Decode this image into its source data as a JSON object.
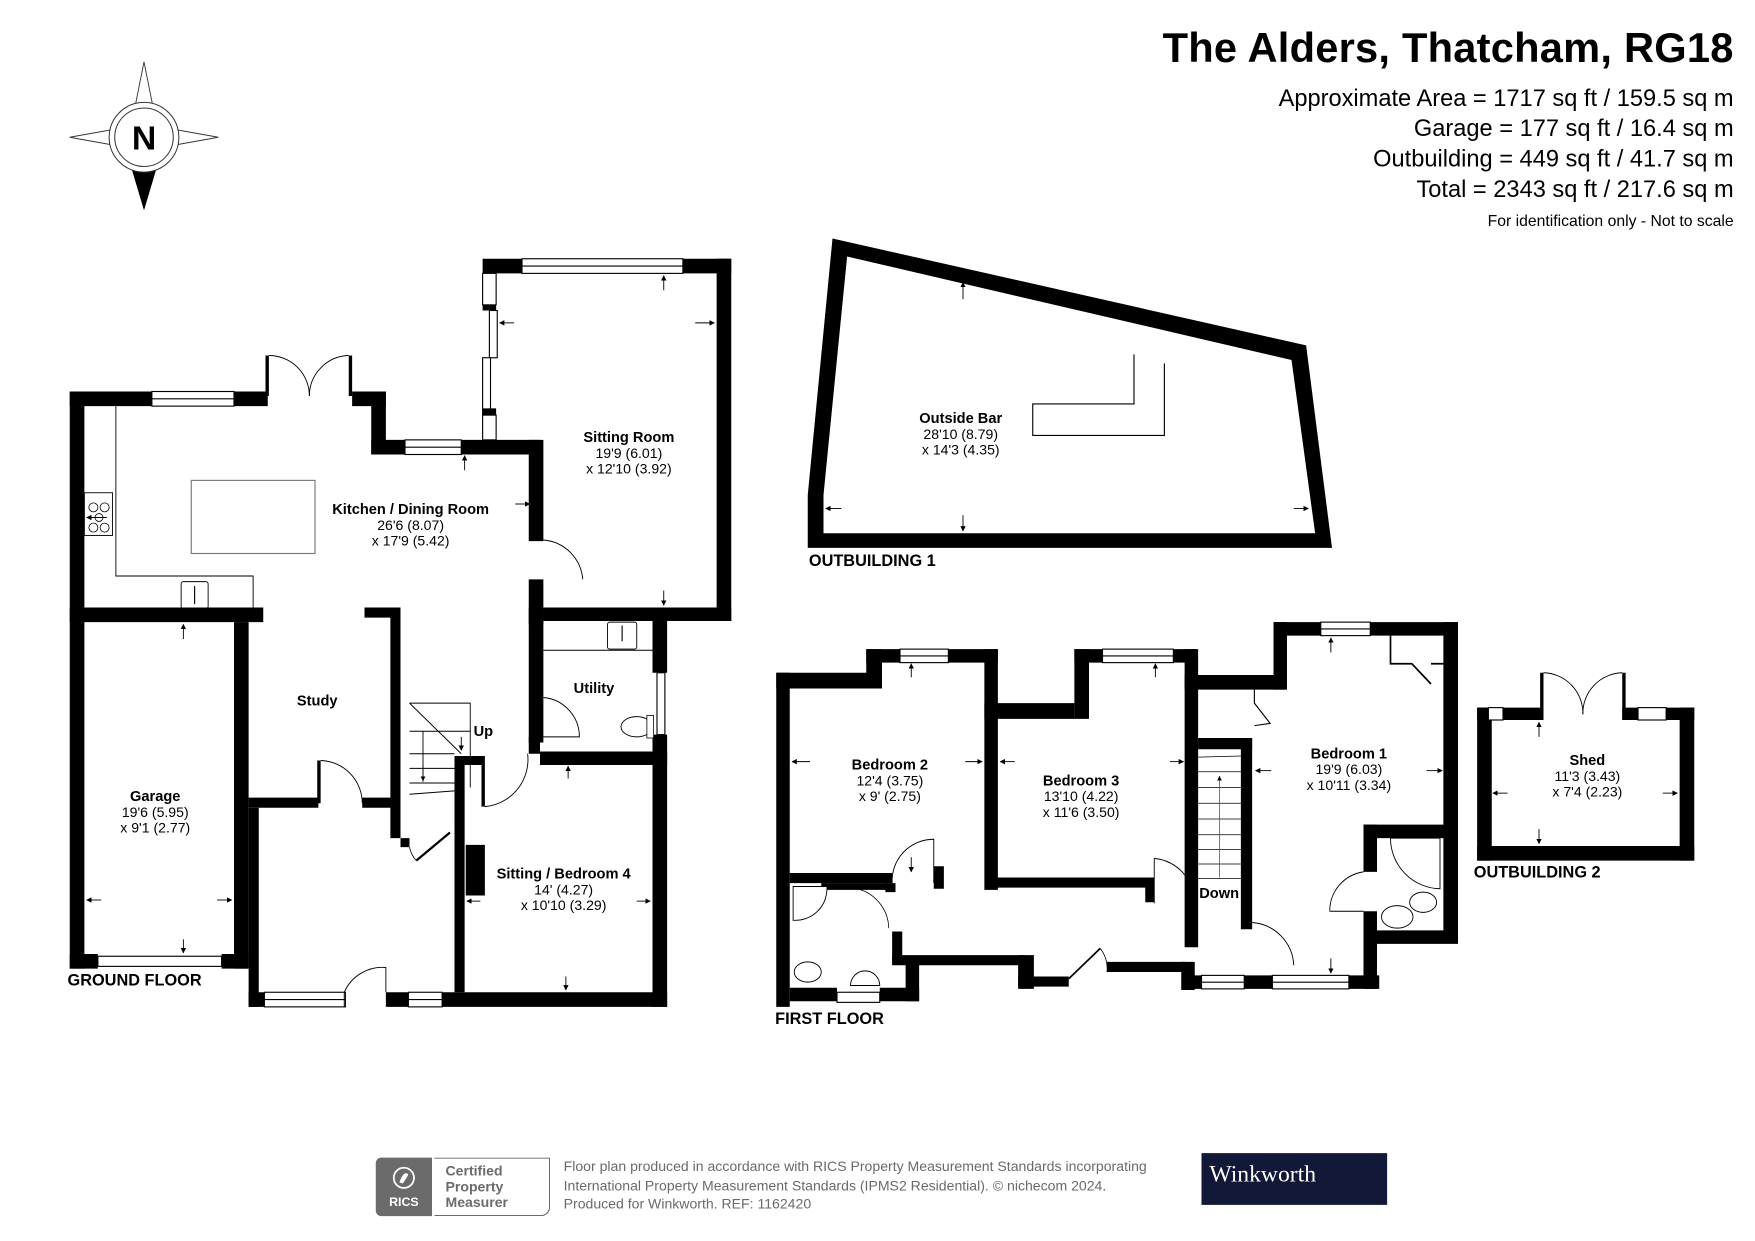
{
  "header": {
    "title": "The Alders, Thatcham, RG18",
    "areas": [
      "Approximate Area = 1717 sq ft / 159.5 sq m",
      "Garage = 177 sq ft / 16.4 sq m",
      "Outbuilding = 449 sq ft / 41.7 sq m",
      "Total = 2343 sq ft / 217.6 sq m"
    ],
    "disclaimer": "For identification only - Not to scale"
  },
  "compass": {
    "label": "N",
    "icon": "north-compass-icon"
  },
  "floors": {
    "ground": {
      "label": "GROUND FLOOR",
      "rooms": [
        {
          "name": "Kitchen / Dining Room",
          "dim1": "26'6 (8.07)",
          "dim2": "x 17'9 (5.42)"
        },
        {
          "name": "Sitting Room",
          "dim1": "19'9 (6.01)",
          "dim2": "x 12'10 (3.92)"
        },
        {
          "name": "Study",
          "dim1": "",
          "dim2": ""
        },
        {
          "name": "Utility",
          "dim1": "",
          "dim2": ""
        },
        {
          "name": "Garage",
          "dim1": "19'6 (5.95)",
          "dim2": "x 9'1 (2.77)"
        },
        {
          "name": "Sitting / Bedroom 4",
          "dim1": "14' (4.27)",
          "dim2": "x 10'10 (3.29)"
        }
      ],
      "stairs_label": "Up"
    },
    "first": {
      "label": "FIRST FLOOR",
      "rooms": [
        {
          "name": "Bedroom 2",
          "dim1": "12'4 (3.75)",
          "dim2": "x 9' (2.75)"
        },
        {
          "name": "Bedroom 3",
          "dim1": "13'10 (4.22)",
          "dim2": "x 11'6 (3.50)"
        },
        {
          "name": "Bedroom 1",
          "dim1": "19'9 (6.03)",
          "dim2": "x 10'11 (3.34)"
        }
      ],
      "stairs_label": "Down"
    },
    "outbuilding1": {
      "label": "OUTBUILDING 1",
      "rooms": [
        {
          "name": "Outside Bar",
          "dim1": "28'10 (8.79)",
          "dim2": "x 14'3 (4.35)"
        }
      ]
    },
    "outbuilding2": {
      "label": "OUTBUILDING 2",
      "rooms": [
        {
          "name": "Shed",
          "dim1": "11'3 (3.43)",
          "dim2": "x 7'4 (2.23)"
        }
      ]
    }
  },
  "footer": {
    "certification": {
      "word": "RICS",
      "lines": [
        "Certified",
        "Property",
        "Measurer"
      ]
    },
    "text_lines": [
      "Floor plan produced in accordance with RICS Property Measurement Standards incorporating",
      "International Property Measurement Standards (IPMS2 Residential).  © nichecom 2024.",
      "Produced for Winkworth.   REF: 1162420"
    ],
    "brand": "Winkworth",
    "brand_color": "#111838"
  }
}
